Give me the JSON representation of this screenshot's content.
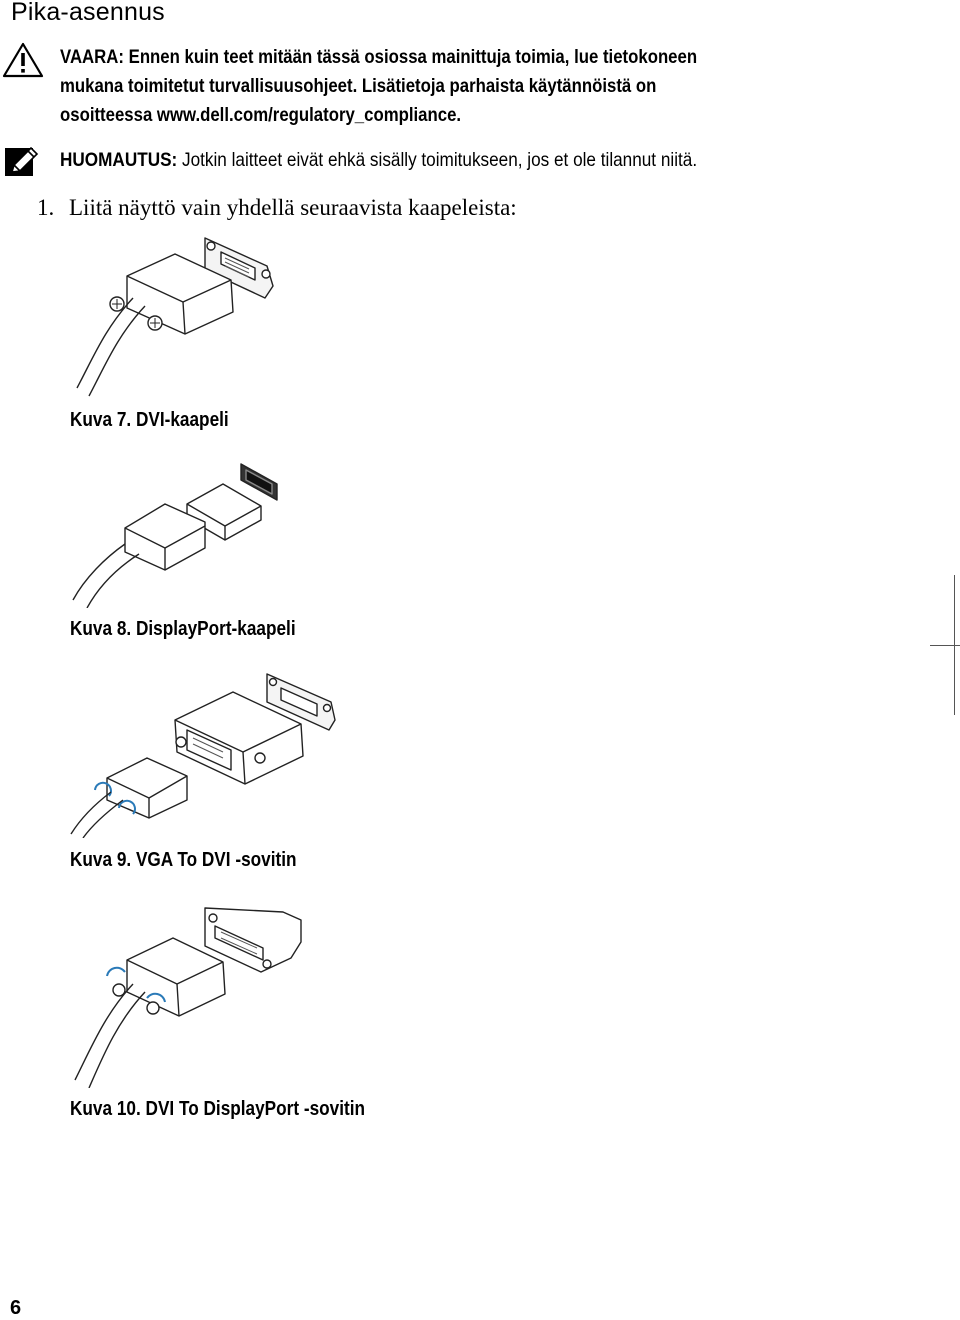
{
  "page": {
    "heading": "Pika-asennus",
    "page_number": "6"
  },
  "warning": {
    "icon": "warning-triangle-icon",
    "lines": [
      "VAARA: Ennen kuin teet mitään tässä osiossa mainittuja toimia, lue tietokoneen",
      "mukana toimitetut turvallisuusohjeet. Lisätietoja parhaista käytännöistä on",
      "osoitteessa www.dell.com/regulatory_compliance."
    ]
  },
  "note": {
    "icon": "pencil-note-icon",
    "label": "HUOMAUTUS:",
    "text": " Jotkin laitteet eivät ehkä sisälly toimitukseen, jos et ole tilannut niitä."
  },
  "step": {
    "number": "1.",
    "text": "Liitä näyttö vain yhdellä seuraavista kaapeleista:"
  },
  "figures": [
    {
      "caption": "Kuva 7. DVI-kaapeli",
      "illustration": "dvi-cable-illustration"
    },
    {
      "caption": "Kuva 8. DisplayPort-kaapeli",
      "illustration": "displayport-cable-illustration"
    },
    {
      "caption": "Kuva 9. VGA To DVI -sovitin",
      "illustration": "vga-to-dvi-adapter-illustration"
    },
    {
      "caption": "Kuva 10. DVI To DisplayPort -sovitin",
      "illustration": "dvi-to-displayport-adapter-illustration"
    }
  ]
}
